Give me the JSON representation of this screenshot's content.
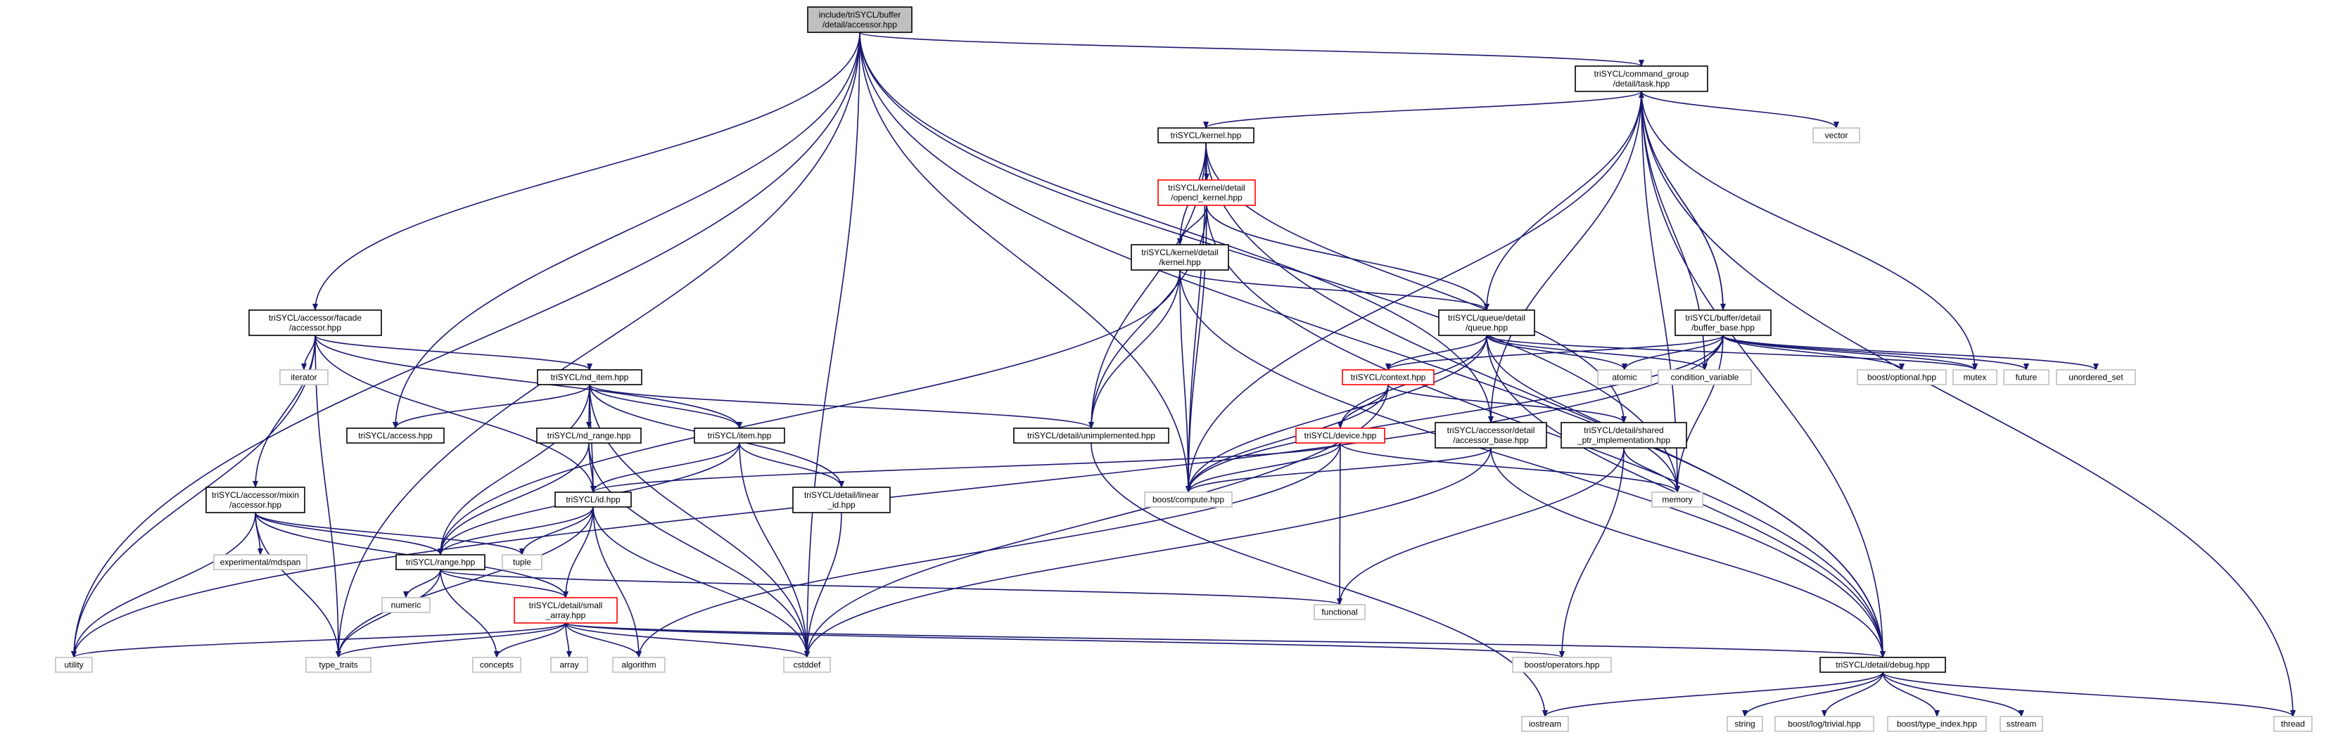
{
  "colors": {
    "edge": "#191970",
    "root_fill": "#bfbfbf",
    "normal_border": "#000000",
    "truncated_border": "#ff0000",
    "external_border": "#bfbfbf",
    "text": "#000000",
    "background": "#ffffff"
  },
  "nodes": [
    {
      "id": "root",
      "kind": "root",
      "lines": [
        "include/triSYCL/buffer",
        "/detail/accessor.hpp"
      ]
    },
    {
      "id": "task",
      "kind": "normal",
      "lines": [
        "triSYCL/command_group",
        "/detail/task.hpp"
      ]
    },
    {
      "id": "vector",
      "kind": "external",
      "lines": [
        "vector"
      ]
    },
    {
      "id": "kernel",
      "kind": "normal",
      "lines": [
        "triSYCL/kernel.hpp"
      ]
    },
    {
      "id": "opencl_kernel",
      "kind": "truncated",
      "lines": [
        "triSYCL/kernel/detail",
        "/opencl_kernel.hpp"
      ]
    },
    {
      "id": "kernel_detail",
      "kind": "normal",
      "lines": [
        "triSYCL/kernel/detail",
        "/kernel.hpp"
      ]
    },
    {
      "id": "facade",
      "kind": "normal",
      "lines": [
        "triSYCL/accessor/facade",
        "/accessor.hpp"
      ]
    },
    {
      "id": "queue",
      "kind": "normal",
      "lines": [
        "triSYCL/queue/detail",
        "/queue.hpp"
      ]
    },
    {
      "id": "buffer_base",
      "kind": "normal",
      "lines": [
        "triSYCL/buffer/detail",
        "/buffer_base.hpp"
      ]
    },
    {
      "id": "iterator",
      "kind": "external",
      "lines": [
        "iterator"
      ]
    },
    {
      "id": "nd_item",
      "kind": "normal",
      "lines": [
        "triSYCL/nd_item.hpp"
      ]
    },
    {
      "id": "context",
      "kind": "truncated",
      "lines": [
        "triSYCL/context.hpp"
      ]
    },
    {
      "id": "atomic",
      "kind": "external",
      "lines": [
        "atomic"
      ]
    },
    {
      "id": "condition_variable",
      "kind": "external",
      "lines": [
        "condition_variable"
      ]
    },
    {
      "id": "boost_optional",
      "kind": "external",
      "lines": [
        "boost/optional.hpp"
      ]
    },
    {
      "id": "mutex",
      "kind": "external",
      "lines": [
        "mutex"
      ]
    },
    {
      "id": "future",
      "kind": "external",
      "lines": [
        "future"
      ]
    },
    {
      "id": "unordered_set",
      "kind": "external",
      "lines": [
        "unordered_set"
      ]
    },
    {
      "id": "access",
      "kind": "normal",
      "lines": [
        "triSYCL/access.hpp"
      ]
    },
    {
      "id": "nd_range",
      "kind": "normal",
      "lines": [
        "triSYCL/nd_range.hpp"
      ]
    },
    {
      "id": "item",
      "kind": "normal",
      "lines": [
        "triSYCL/item.hpp"
      ]
    },
    {
      "id": "unimplemented",
      "kind": "normal",
      "lines": [
        "triSYCL/detail/unimplemented.hpp"
      ]
    },
    {
      "id": "device",
      "kind": "truncated",
      "lines": [
        "triSYCL/device.hpp"
      ]
    },
    {
      "id": "accessor_base",
      "kind": "normal",
      "lines": [
        "triSYCL/accessor/detail",
        "/accessor_base.hpp"
      ]
    },
    {
      "id": "shared_ptr",
      "kind": "normal",
      "lines": [
        "triSYCL/detail/shared",
        "_ptr_implementation.hpp"
      ]
    },
    {
      "id": "mixin",
      "kind": "normal",
      "lines": [
        "triSYCL/accessor/mixin",
        "/accessor.hpp"
      ]
    },
    {
      "id": "id",
      "kind": "normal",
      "lines": [
        "triSYCL/id.hpp"
      ]
    },
    {
      "id": "linear_id",
      "kind": "normal",
      "lines": [
        "triSYCL/detail/linear",
        "_id.hpp"
      ]
    },
    {
      "id": "boost_compute",
      "kind": "external",
      "lines": [
        "boost/compute.hpp"
      ]
    },
    {
      "id": "memory",
      "kind": "external",
      "lines": [
        "memory"
      ]
    },
    {
      "id": "mdspan",
      "kind": "external",
      "lines": [
        "experimental/mdspan"
      ]
    },
    {
      "id": "tuple",
      "kind": "external",
      "lines": [
        "tuple"
      ]
    },
    {
      "id": "range",
      "kind": "normal",
      "lines": [
        "triSYCL/range.hpp"
      ]
    },
    {
      "id": "numeric",
      "kind": "external",
      "lines": [
        "numeric"
      ]
    },
    {
      "id": "small_array",
      "kind": "truncated",
      "lines": [
        "triSYCL/detail/small",
        "_array.hpp"
      ]
    },
    {
      "id": "functional",
      "kind": "external",
      "lines": [
        "functional"
      ]
    },
    {
      "id": "utility",
      "kind": "external",
      "lines": [
        "utility"
      ]
    },
    {
      "id": "type_traits",
      "kind": "external",
      "lines": [
        "type_traits"
      ]
    },
    {
      "id": "concepts",
      "kind": "external",
      "lines": [
        "concepts"
      ]
    },
    {
      "id": "array",
      "kind": "external",
      "lines": [
        "array"
      ]
    },
    {
      "id": "algorithm",
      "kind": "external",
      "lines": [
        "algorithm"
      ]
    },
    {
      "id": "cstddef",
      "kind": "external",
      "lines": [
        "cstddef"
      ]
    },
    {
      "id": "boost_operators",
      "kind": "external",
      "lines": [
        "boost/operators.hpp"
      ]
    },
    {
      "id": "debug",
      "kind": "normal",
      "lines": [
        "triSYCL/detail/debug.hpp"
      ]
    },
    {
      "id": "iostream",
      "kind": "external",
      "lines": [
        "iostream"
      ]
    },
    {
      "id": "string",
      "kind": "external",
      "lines": [
        "string"
      ]
    },
    {
      "id": "boost_log",
      "kind": "external",
      "lines": [
        "boost/log/trivial.hpp"
      ]
    },
    {
      "id": "boost_type_index",
      "kind": "external",
      "lines": [
        "boost/type_index.hpp"
      ]
    },
    {
      "id": "sstream",
      "kind": "external",
      "lines": [
        "sstream"
      ]
    },
    {
      "id": "thread",
      "kind": "external",
      "lines": [
        "thread"
      ]
    }
  ],
  "edges": [
    [
      "root",
      "task"
    ],
    [
      "root",
      "facade"
    ],
    [
      "root",
      "access"
    ],
    [
      "root",
      "cstddef"
    ],
    [
      "root",
      "boost_compute"
    ],
    [
      "root",
      "memory"
    ],
    [
      "root",
      "utility"
    ],
    [
      "root",
      "type_traits"
    ],
    [
      "root",
      "debug"
    ],
    [
      "root",
      "accessor_base"
    ],
    [
      "task",
      "kernel"
    ],
    [
      "task",
      "vector"
    ],
    [
      "task",
      "queue"
    ],
    [
      "task",
      "buffer_base"
    ],
    [
      "task",
      "accessor_base"
    ],
    [
      "task",
      "boost_compute"
    ],
    [
      "task",
      "debug"
    ],
    [
      "task",
      "mutex"
    ],
    [
      "task",
      "condition_variable"
    ],
    [
      "task",
      "memory"
    ],
    [
      "task",
      "thread"
    ],
    [
      "kernel",
      "opencl_kernel"
    ],
    [
      "kernel",
      "kernel_detail"
    ],
    [
      "kernel",
      "unimplemented"
    ],
    [
      "kernel",
      "boost_compute"
    ],
    [
      "kernel",
      "debug"
    ],
    [
      "kernel",
      "shared_ptr"
    ],
    [
      "opencl_kernel",
      "kernel_detail"
    ],
    [
      "opencl_kernel",
      "queue"
    ],
    [
      "opencl_kernel",
      "unimplemented"
    ],
    [
      "opencl_kernel",
      "boost_compute"
    ],
    [
      "opencl_kernel",
      "debug"
    ],
    [
      "kernel_detail",
      "queue"
    ],
    [
      "kernel_detail",
      "unimplemented"
    ],
    [
      "kernel_detail",
      "boost_compute"
    ],
    [
      "kernel_detail",
      "range"
    ],
    [
      "kernel_detail",
      "debug"
    ],
    [
      "facade",
      "nd_item"
    ],
    [
      "facade",
      "iterator"
    ],
    [
      "facade",
      "mixin"
    ],
    [
      "facade",
      "id"
    ],
    [
      "facade",
      "item"
    ],
    [
      "facade",
      "utility"
    ],
    [
      "facade",
      "type_traits"
    ],
    [
      "queue",
      "context"
    ],
    [
      "queue",
      "device"
    ],
    [
      "queue",
      "atomic"
    ],
    [
      "queue",
      "condition_variable"
    ],
    [
      "queue",
      "mutex"
    ],
    [
      "queue",
      "boost_compute"
    ],
    [
      "queue",
      "memory"
    ],
    [
      "queue",
      "debug"
    ],
    [
      "buffer_base",
      "context"
    ],
    [
      "buffer_base",
      "atomic"
    ],
    [
      "buffer_base",
      "condition_variable"
    ],
    [
      "buffer_base",
      "boost_optional"
    ],
    [
      "buffer_base",
      "mutex"
    ],
    [
      "buffer_base",
      "future"
    ],
    [
      "buffer_base",
      "unordered_set"
    ],
    [
      "buffer_base",
      "task"
    ],
    [
      "buffer_base",
      "memory"
    ],
    [
      "buffer_base",
      "boost_compute"
    ],
    [
      "buffer_base",
      "utility"
    ],
    [
      "context",
      "device"
    ],
    [
      "context",
      "shared_ptr"
    ],
    [
      "context",
      "boost_compute"
    ],
    [
      "context",
      "cstddef"
    ],
    [
      "device",
      "boost_compute"
    ],
    [
      "device",
      "id"
    ],
    [
      "device",
      "memory"
    ],
    [
      "device",
      "functional"
    ],
    [
      "device",
      "algorithm"
    ],
    [
      "accessor_base",
      "boost_compute"
    ],
    [
      "accessor_base",
      "debug"
    ],
    [
      "accessor_base",
      "cstddef"
    ],
    [
      "shared_ptr",
      "memory"
    ],
    [
      "shared_ptr",
      "functional"
    ],
    [
      "shared_ptr",
      "boost_operators"
    ],
    [
      "nd_item",
      "access"
    ],
    [
      "nd_item",
      "nd_range"
    ],
    [
      "nd_item",
      "item"
    ],
    [
      "nd_item",
      "id"
    ],
    [
      "nd_item",
      "range"
    ],
    [
      "nd_item",
      "linear_id"
    ],
    [
      "nd_item",
      "unimplemented"
    ],
    [
      "nd_item",
      "cstddef"
    ],
    [
      "nd_range",
      "id"
    ],
    [
      "nd_range",
      "range"
    ],
    [
      "nd_range",
      "cstddef"
    ],
    [
      "item",
      "id"
    ],
    [
      "item",
      "range"
    ],
    [
      "item",
      "linear_id"
    ],
    [
      "item",
      "cstddef"
    ],
    [
      "linear_id",
      "cstddef"
    ],
    [
      "mixin",
      "range"
    ],
    [
      "mixin",
      "mdspan"
    ],
    [
      "mixin",
      "tuple"
    ],
    [
      "mixin",
      "small_array"
    ],
    [
      "mixin",
      "utility"
    ],
    [
      "mixin",
      "type_traits"
    ],
    [
      "id",
      "range"
    ],
    [
      "id",
      "small_array"
    ],
    [
      "id",
      "tuple"
    ],
    [
      "id",
      "algorithm"
    ],
    [
      "id",
      "cstddef"
    ],
    [
      "id",
      "type_traits"
    ],
    [
      "range",
      "numeric"
    ],
    [
      "range",
      "small_array"
    ],
    [
      "range",
      "concepts"
    ],
    [
      "range",
      "functional"
    ],
    [
      "range",
      "type_traits"
    ],
    [
      "small_array",
      "utility"
    ],
    [
      "small_array",
      "type_traits"
    ],
    [
      "small_array",
      "concepts"
    ],
    [
      "small_array",
      "array"
    ],
    [
      "small_array",
      "algorithm"
    ],
    [
      "small_array",
      "cstddef"
    ],
    [
      "small_array",
      "boost_operators"
    ],
    [
      "small_array",
      "debug"
    ],
    [
      "unimplemented",
      "iostream"
    ],
    [
      "debug",
      "iostream"
    ],
    [
      "debug",
      "string"
    ],
    [
      "debug",
      "boost_log"
    ],
    [
      "debug",
      "boost_type_index"
    ],
    [
      "debug",
      "sstream"
    ],
    [
      "debug",
      "thread"
    ]
  ]
}
